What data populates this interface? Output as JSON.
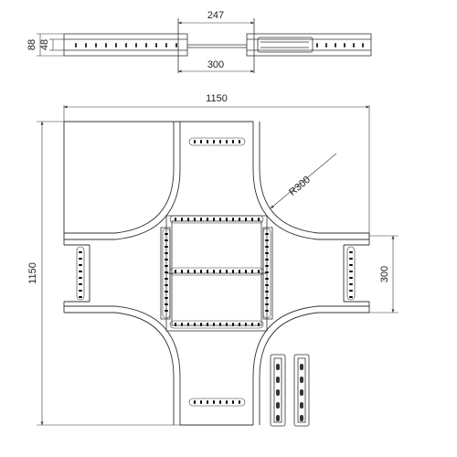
{
  "drawing": {
    "stroke_color": "#333333",
    "background": "#ffffff",
    "side_view": {
      "height_outer": "88",
      "height_inner": "48",
      "top_opening": "247",
      "bottom_opening": "300"
    },
    "plan_view": {
      "overall_width": "1150",
      "overall_height": "1150",
      "branch_width": "300",
      "bend_radius": "R300"
    }
  }
}
